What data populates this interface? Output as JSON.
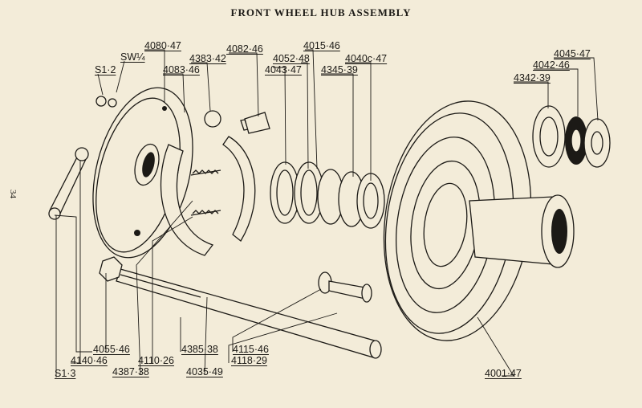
{
  "page": {
    "title": "FRONT WHEEL HUB ASSEMBLY",
    "page_number": "34"
  },
  "part_numbers": {
    "p4080_47": "4080·47",
    "p4082_46": "4082·46",
    "p4015_46": "4015·46",
    "p4052_48": "4052·48",
    "p4043_47": "4043·47",
    "p4040c_47": "4040c·47",
    "p4345_39": "4345·39",
    "p4383_42": "4383·42",
    "p4083_46": "4083·46",
    "sw": "SW¼",
    "s1_2": "S1·2",
    "p4045_47": "4045·47",
    "p4042_46": "4042·46",
    "p4342_39": "4342·39",
    "p4055_46": "4055·46",
    "p4140_46": "4140·46",
    "s1_3": "S1·3",
    "p4110_26": "4110·26",
    "p4387_38": "4387·38",
    "p4385_38": "4385·38",
    "p4035_49": "4035·49",
    "p4115_46": "4115·46",
    "p4118_29": "4118·29",
    "p4001_47": "4001·47"
  },
  "colors": {
    "paper": "#f3ecd9",
    "ink": "#1c1a16"
  }
}
